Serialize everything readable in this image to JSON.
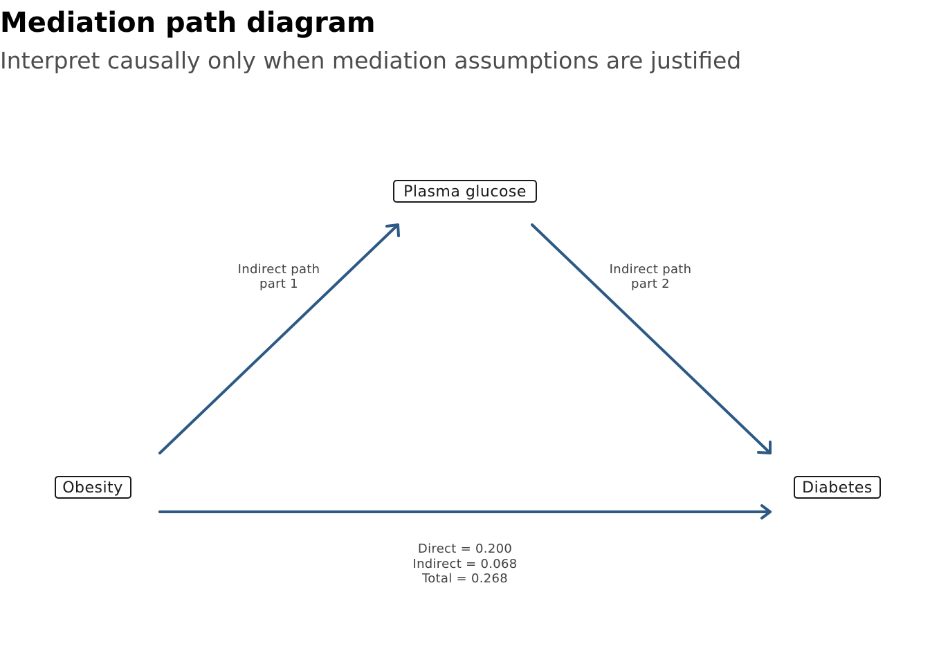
{
  "title": "Mediation path diagram",
  "subtitle": "Interpret causally only when mediation assumptions are justified",
  "nodes": {
    "mediator": "Plasma glucose",
    "exposure": "Obesity",
    "outcome": "Diabetes"
  },
  "edge_labels": {
    "path_a": [
      "Indirect path",
      "part 1"
    ],
    "path_b": [
      "Indirect path",
      "part 2"
    ],
    "direct": [
      "Direct = 0.200",
      "Indirect = 0.068",
      "Total = 0.268"
    ]
  },
  "effects": {
    "direct": 0.2,
    "indirect": 0.068,
    "total": 0.268
  },
  "colors": {
    "edge": "#2c5985",
    "node_border": "#1a1a1a",
    "label_text": "#404040",
    "subtitle_text": "#4d4d4d"
  }
}
